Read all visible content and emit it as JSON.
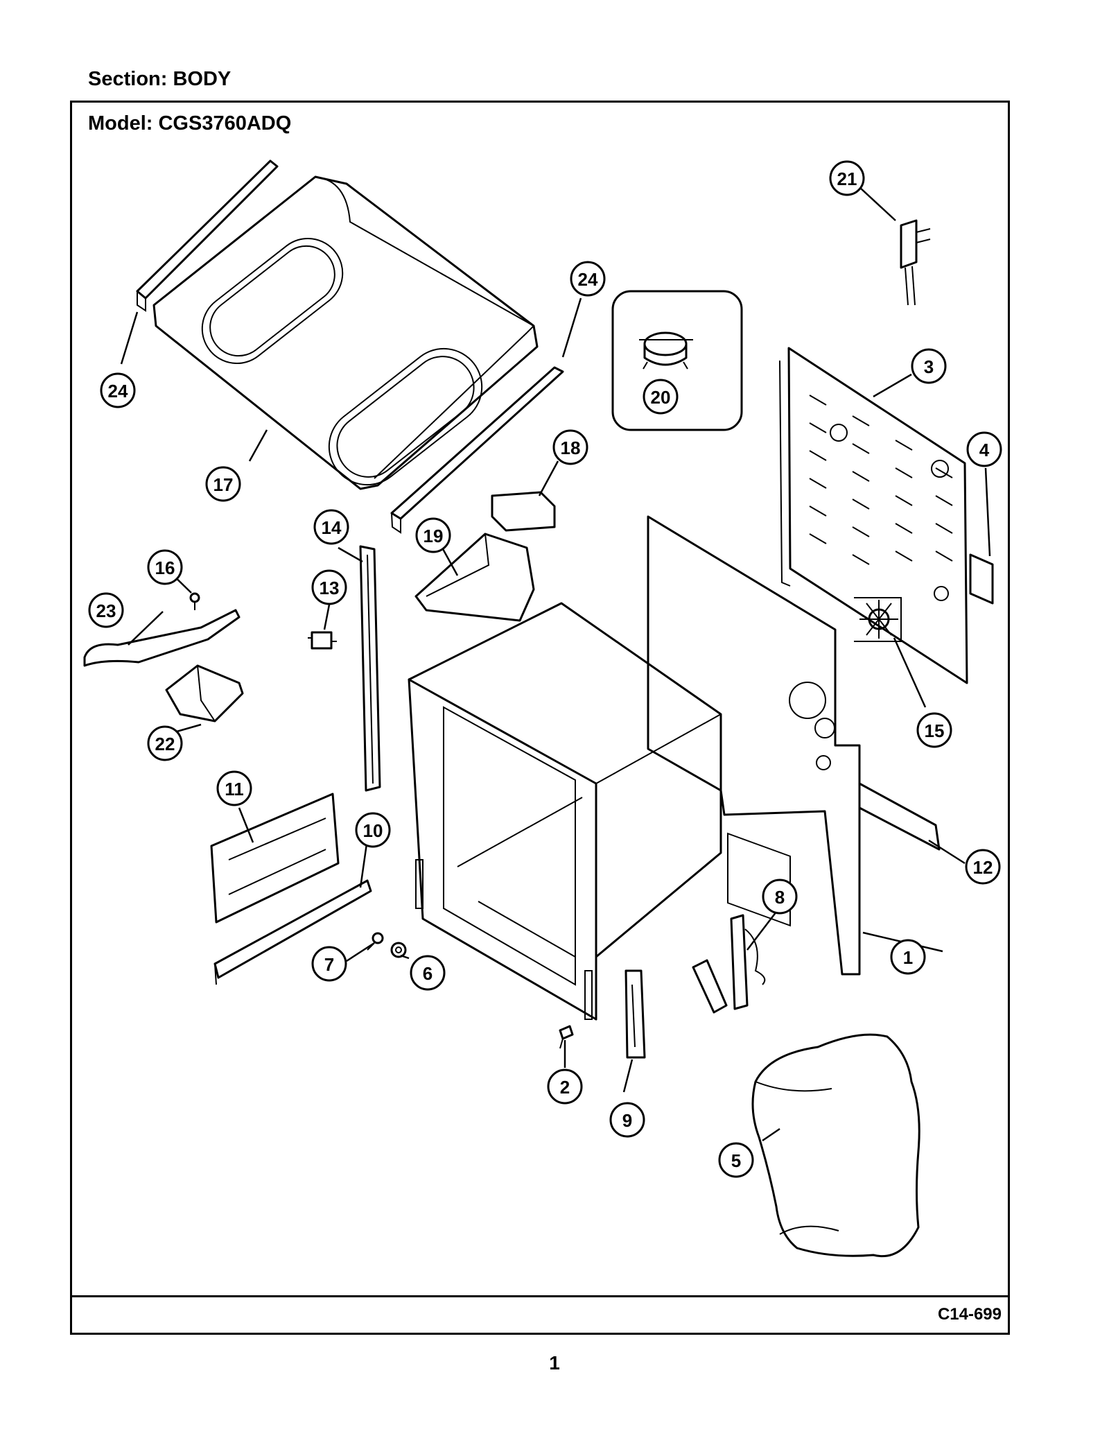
{
  "header": {
    "section": "Section:  BODY",
    "model": "Model:  CGS3760ADQ"
  },
  "footer": {
    "ref_code": "C14-699",
    "page_number": "1"
  },
  "callouts": [
    {
      "id": "1",
      "label": "1"
    },
    {
      "id": "2",
      "label": "2"
    },
    {
      "id": "3",
      "label": "3"
    },
    {
      "id": "4",
      "label": "4"
    },
    {
      "id": "5",
      "label": "5"
    },
    {
      "id": "6",
      "label": "6"
    },
    {
      "id": "7",
      "label": "7"
    },
    {
      "id": "8",
      "label": "8"
    },
    {
      "id": "9",
      "label": "9"
    },
    {
      "id": "10",
      "label": "10"
    },
    {
      "id": "11",
      "label": "11"
    },
    {
      "id": "12",
      "label": "12"
    },
    {
      "id": "13",
      "label": "13"
    },
    {
      "id": "14",
      "label": "14"
    },
    {
      "id": "15",
      "label": "15"
    },
    {
      "id": "16",
      "label": "16"
    },
    {
      "id": "17",
      "label": "17"
    },
    {
      "id": "18",
      "label": "18"
    },
    {
      "id": "19",
      "label": "19"
    },
    {
      "id": "20",
      "label": "20"
    },
    {
      "id": "21",
      "label": "21"
    },
    {
      "id": "22",
      "label": "22"
    },
    {
      "id": "23",
      "label": "23"
    },
    {
      "id": "24a",
      "label": "24"
    },
    {
      "id": "24b",
      "label": "24"
    }
  ]
}
